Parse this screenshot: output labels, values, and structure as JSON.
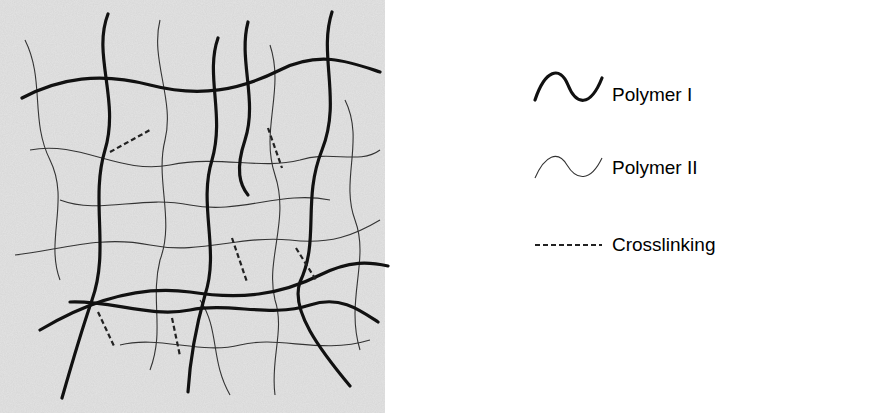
{
  "diagram": {
    "legend": [
      {
        "text": "Polymer I"
      },
      {
        "text": "Polymer II"
      },
      {
        "text": "Crosslinking"
      }
    ]
  }
}
